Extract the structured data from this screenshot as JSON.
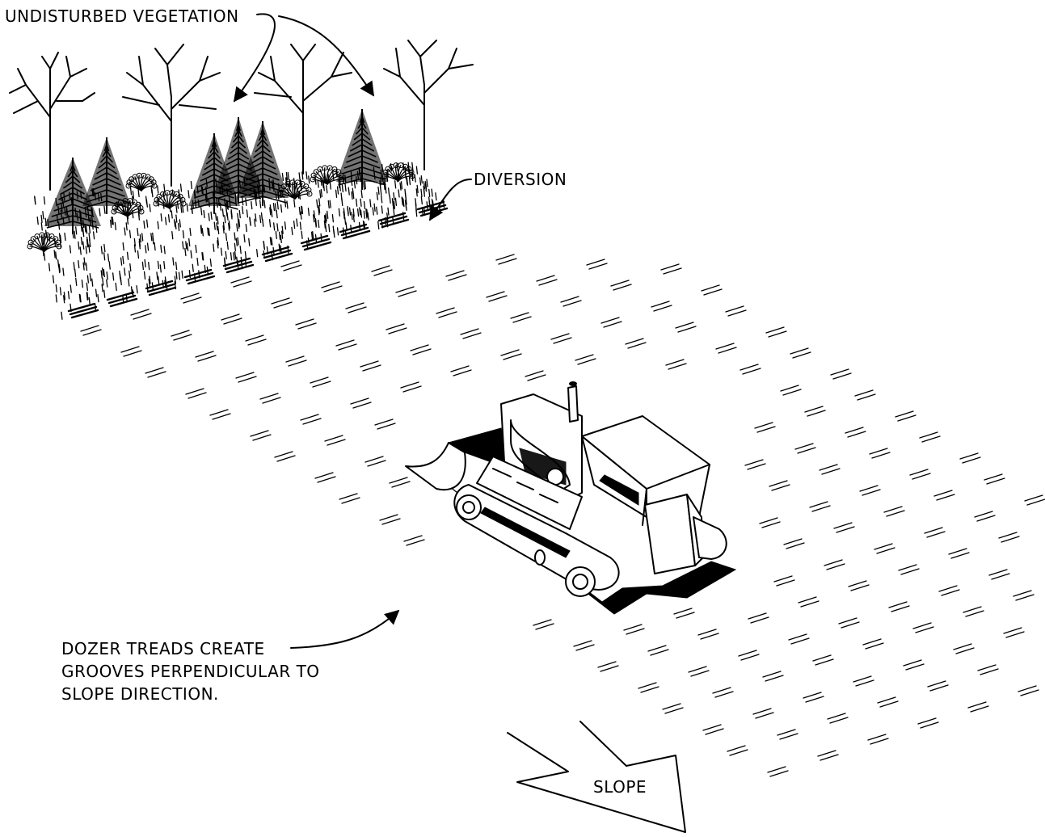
{
  "labels": {
    "vegetation": "UNDISTURBED VEGETATION",
    "diversion": "DIVERSION",
    "treads": [
      "DOZER TREADS CREATE",
      "GROOVES PERPENDICULAR TO",
      "SLOPE DIRECTION."
    ],
    "slope": "SLOPE"
  },
  "icons": [
    "deciduous-tree-icon",
    "evergreen-tree-icon",
    "shrub-icon",
    "bulldozer-icon",
    "slope-arrow-icon"
  ],
  "colors": {
    "ink": "#000000",
    "paper": "#ffffff"
  }
}
